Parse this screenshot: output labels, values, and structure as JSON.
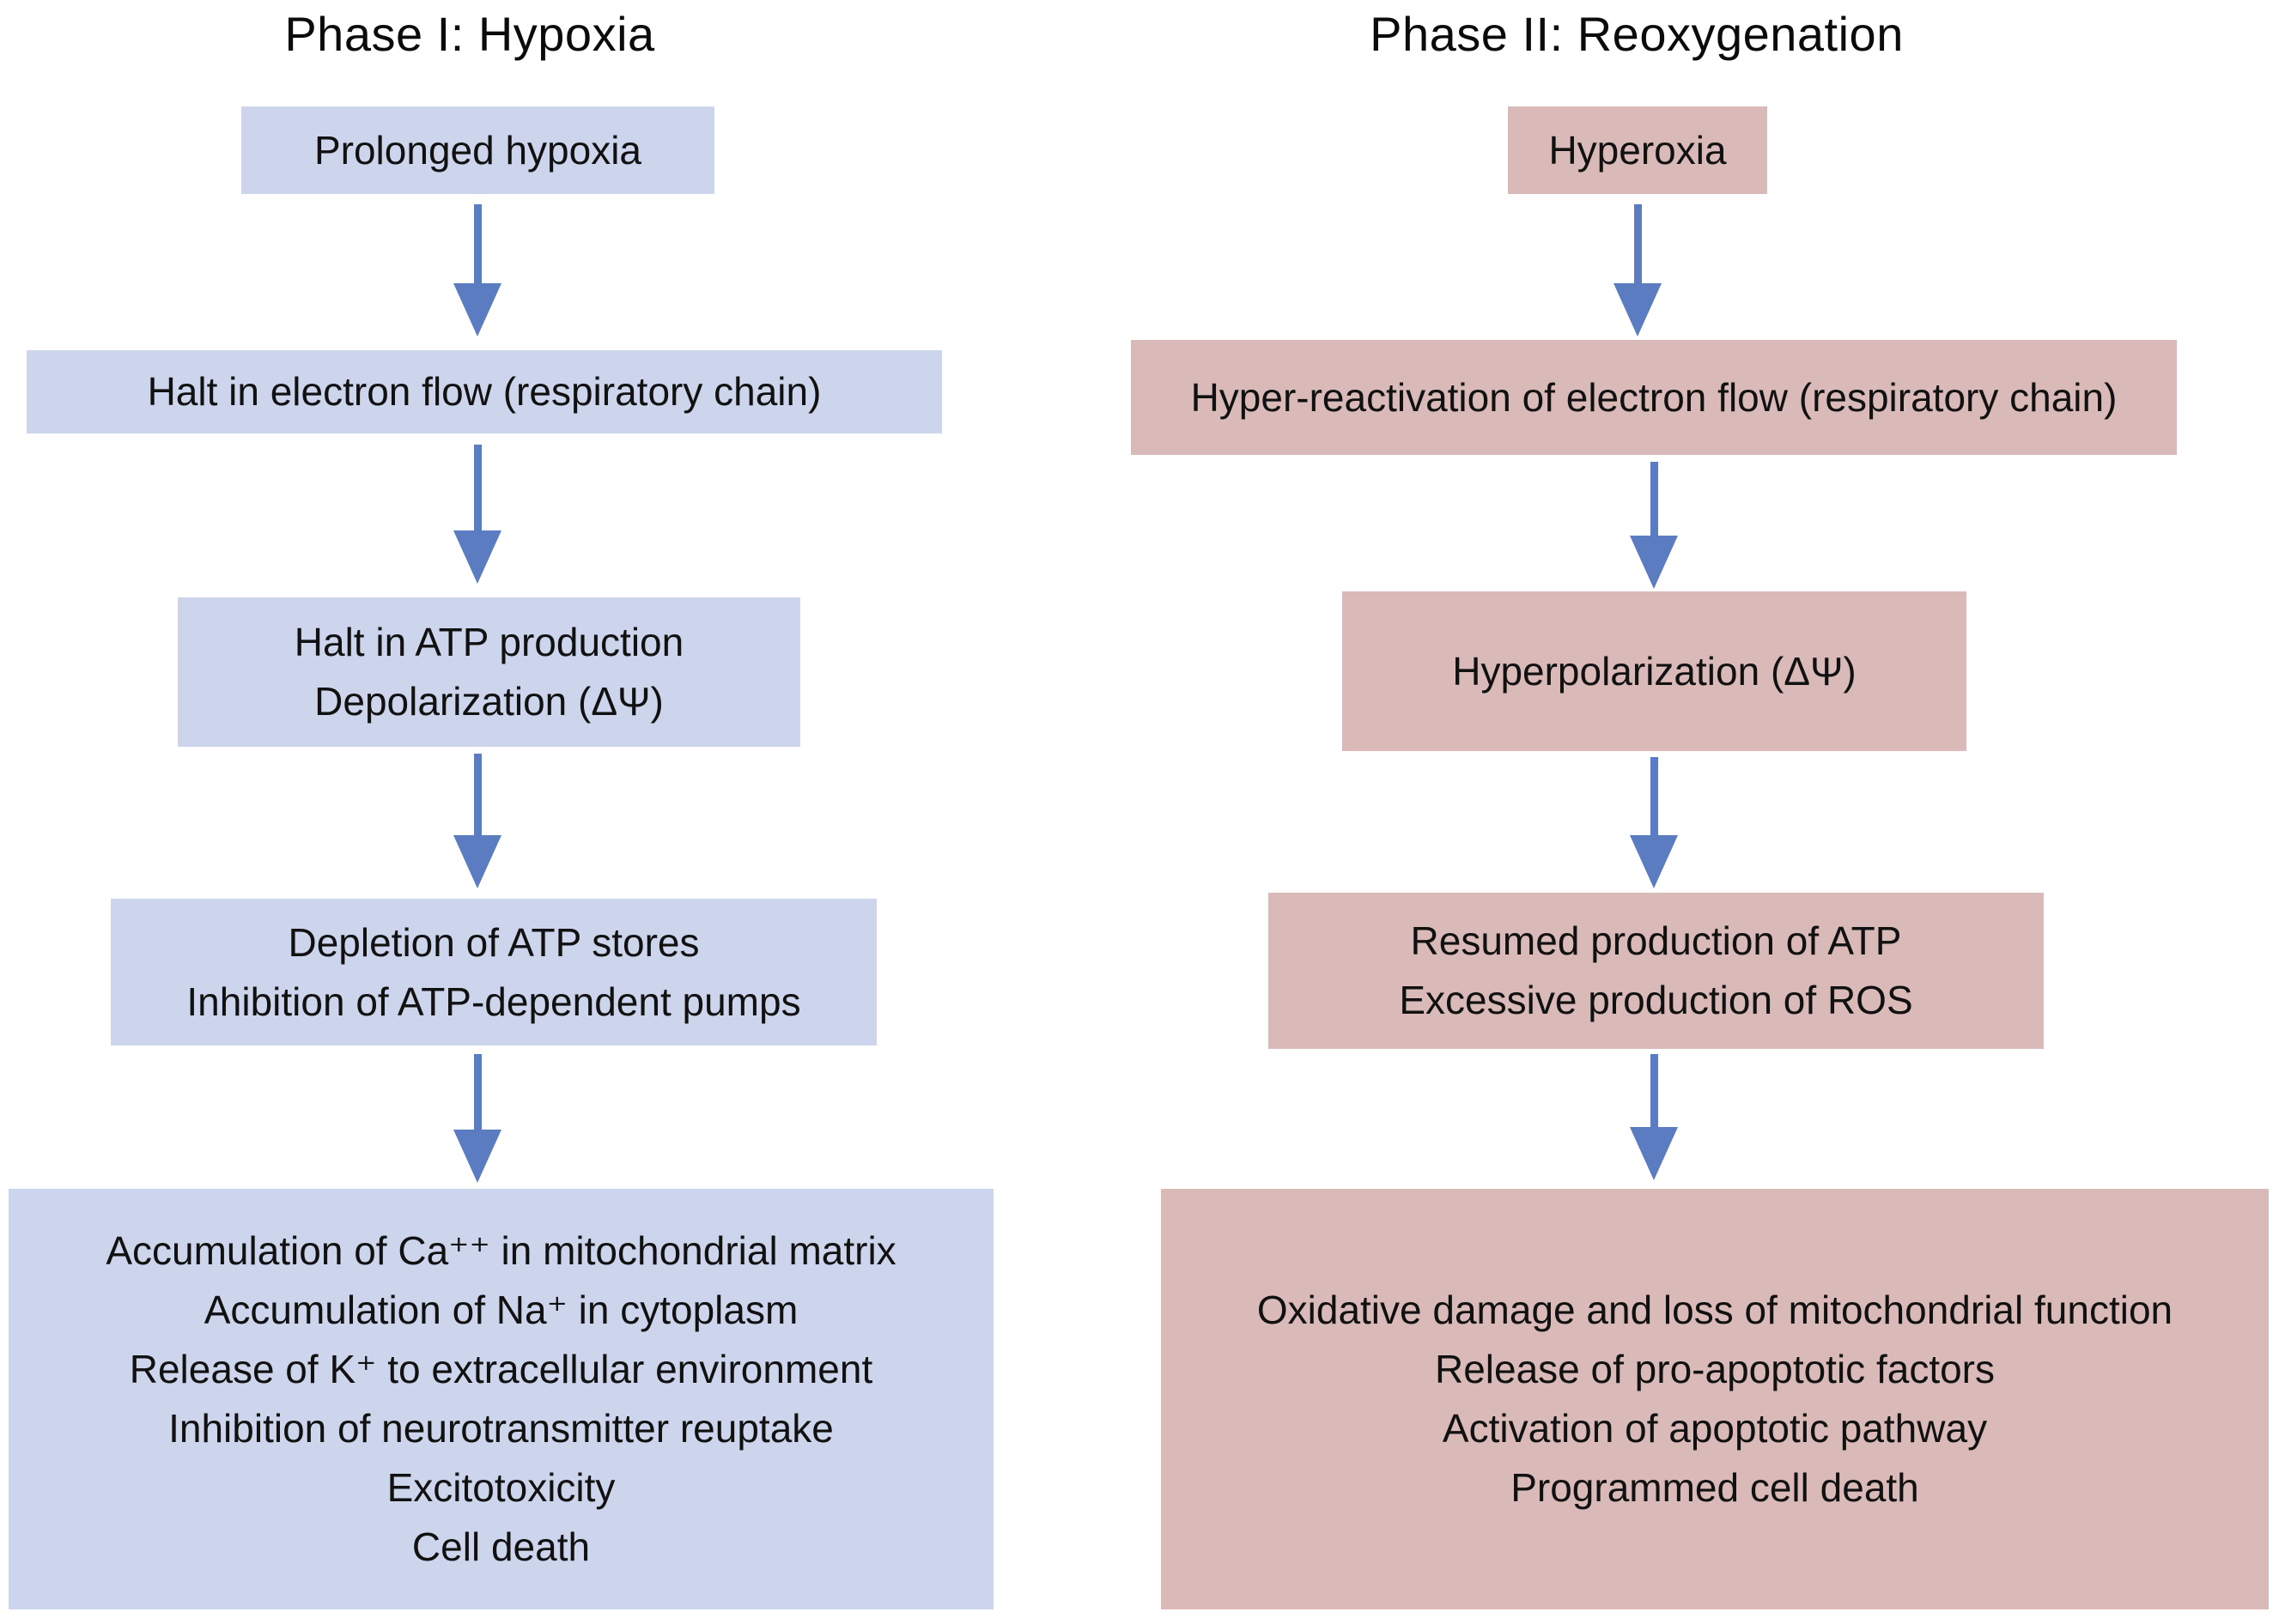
{
  "colors": {
    "box-blue": "#ccd5ec",
    "box-pink": "#d9bab8",
    "arrow": "#5b7cc0",
    "text": "#111111",
    "bg": "#ffffff"
  },
  "icons": {
    "flow-arrow": "▼"
  },
  "phase1": {
    "title": "Phase I: Hypoxia",
    "boxes": [
      {
        "lines": [
          "Prolonged hypoxia"
        ]
      },
      {
        "lines": [
          "Halt in electron flow (respiratory chain)"
        ]
      },
      {
        "lines": [
          "Halt in ATP production",
          "Depolarization (ΔΨ)"
        ]
      },
      {
        "lines": [
          "Depletion of ATP stores",
          "Inhibition of ATP-dependent pumps"
        ]
      },
      {
        "lines": [
          "Accumulation of Ca⁺⁺ in mitochondrial matrix",
          "Accumulation of Na⁺ in cytoplasm",
          "Release of K⁺ to extracellular environment",
          "Inhibition of neurotransmitter reuptake",
          "Excitotoxicity",
          "Cell death"
        ]
      }
    ]
  },
  "phase2": {
    "title": "Phase II: Reoxygenation",
    "boxes": [
      {
        "lines": [
          "Hyperoxia"
        ]
      },
      {
        "lines": [
          "Hyper-reactivation of electron flow (respiratory chain)"
        ]
      },
      {
        "lines": [
          "Hyperpolarization (ΔΨ)"
        ]
      },
      {
        "lines": [
          "Resumed production of ATP",
          "Excessive production of ROS"
        ]
      },
      {
        "lines": [
          "Oxidative damage and loss of mitochondrial function",
          "Release of pro-apoptotic factors",
          "Activation of apoptotic pathway",
          "Programmed cell death"
        ]
      }
    ]
  }
}
